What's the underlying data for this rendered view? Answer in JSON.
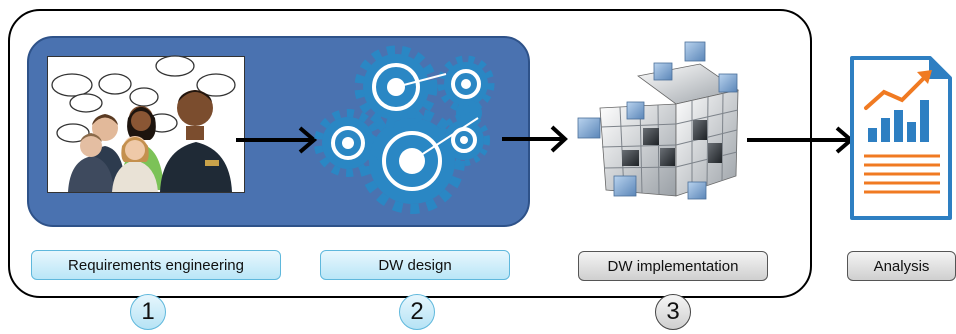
{
  "steps": [
    {
      "label": "Requirements engineering",
      "number": "1"
    },
    {
      "label": "DW design",
      "number": "2"
    },
    {
      "label": "DW implementation",
      "number": "3"
    },
    {
      "label": "Analysis"
    }
  ],
  "colors": {
    "panel_blue": "#4a72b0",
    "label_blue_fill": "#c9ecf9",
    "label_blue_border": "#5fb8dc",
    "label_gray_fill": "#dcdcdc",
    "gear_blue": "#2a87c4",
    "chart_orange": "#f07a22",
    "chart_blue": "#2e7fc2"
  },
  "icons": [
    "people-talking-icon",
    "gears-icon",
    "data-cube-icon",
    "analysis-report-icon",
    "arrow-right-icon"
  ]
}
